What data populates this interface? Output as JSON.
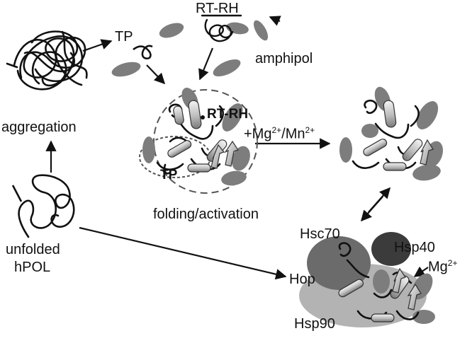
{
  "labels": {
    "rt_rh_top": "RT-RH",
    "tp_top": "TP",
    "amphipol": "amphipol",
    "aggregation": "aggregation",
    "rt_rh_mid": "RT-RH",
    "tp_mid": "TP",
    "metal_base": "+Mg",
    "metal_sup1": "2+",
    "metal_sep": "/Mn",
    "metal_sup2": "2+",
    "folding": "folding/activation",
    "unfolded": "unfolded",
    "hpol": "hPOL",
    "hsc70": "Hsc70",
    "hsp40": "Hsp40",
    "hop": "Hop",
    "hsp90": "Hsp90",
    "mg_base": "Mg",
    "mg_sup": "2+"
  }
}
